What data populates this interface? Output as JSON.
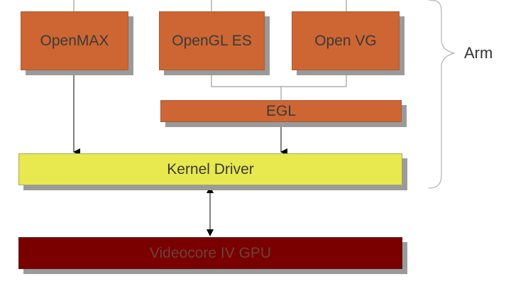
{
  "boxes": {
    "openmax": "OpenMAX",
    "opengl_es": "OpenGL ES",
    "open_vg": "Open VG",
    "egl": "EGL",
    "kernel_driver": "Kernel Driver",
    "videocore": "Videocore IV GPU"
  },
  "brace_label": "Arm",
  "colors": {
    "orange": "#cd6633",
    "yellow": "#e8e84f",
    "dark_red": "#7a0000"
  }
}
